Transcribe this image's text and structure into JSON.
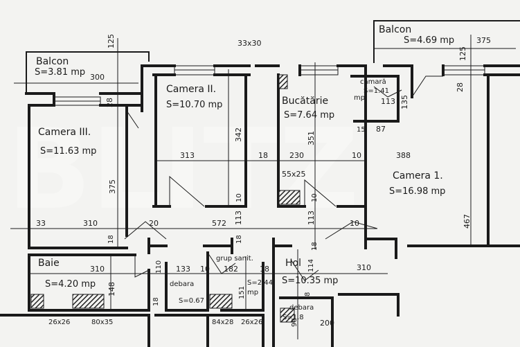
{
  "plan": {
    "rooms": {
      "balcon_left": {
        "name": "Balcon",
        "area": "S=3.81 mp"
      },
      "balcon_right": {
        "name": "Balcon",
        "area": "S=4.69 mp"
      },
      "camera_2": {
        "name": "Camera II.",
        "area": "S=10.70 mp"
      },
      "camera_3": {
        "name": "Camera III.",
        "area": "S=11.63 mp"
      },
      "bucatarie": {
        "name": "Bucătărie",
        "area": "S=7.64 mp"
      },
      "camara": {
        "name": "cămară",
        "area": "S=1.41",
        "extra": "mp"
      },
      "camera_1": {
        "name": "Camera 1.",
        "area": "S=16.98 mp"
      },
      "baie": {
        "name": "Baie",
        "area": "S=4.20 mp"
      },
      "debara_1": {
        "name": "debara",
        "area": "S=0.67"
      },
      "grup_sanit": {
        "name": "grup sanit.",
        "area": "S=2.44",
        "extra": "mp"
      },
      "hol": {
        "name": "Hol",
        "area": "S=10.35 mp"
      },
      "debara_2": {
        "name": "debara",
        "area": "S=1.8"
      }
    },
    "dims": {
      "d125a": "125",
      "d300": "300",
      "d28a": "28",
      "d33x30": "33x30",
      "d375a": "375",
      "d125b": "125",
      "d28b": "28",
      "d342": "342",
      "d351": "351",
      "d113a": "113",
      "d135": "135",
      "d15": "15",
      "d87": "87",
      "d313": "313",
      "d18a": "18",
      "d230": "230",
      "d10a": "10",
      "d388": "388",
      "d375b": "375",
      "d55x25": "55x25",
      "d467": "467",
      "d10b": "10",
      "d10c": "10",
      "d33": "33",
      "d310a": "310",
      "d20": "20",
      "d572": "572",
      "d113b": "113",
      "d113c": "113",
      "d10d": "10",
      "d18b": "18",
      "d18c": "18",
      "d18d": "18",
      "d310b": "310",
      "d110": "110",
      "d133": "133",
      "d10e": "10",
      "d182": "182",
      "d18e": "18",
      "d114": "114",
      "d310c": "310",
      "d148": "148",
      "d151": "151",
      "d8": "8",
      "d90": "90",
      "d200": "200",
      "d26x26a": "26x26",
      "d80x35": "80x35",
      "d84x28": "84x28",
      "d26x26b": "26x26",
      "d18f": "18"
    },
    "watermark": "BLITZ"
  }
}
